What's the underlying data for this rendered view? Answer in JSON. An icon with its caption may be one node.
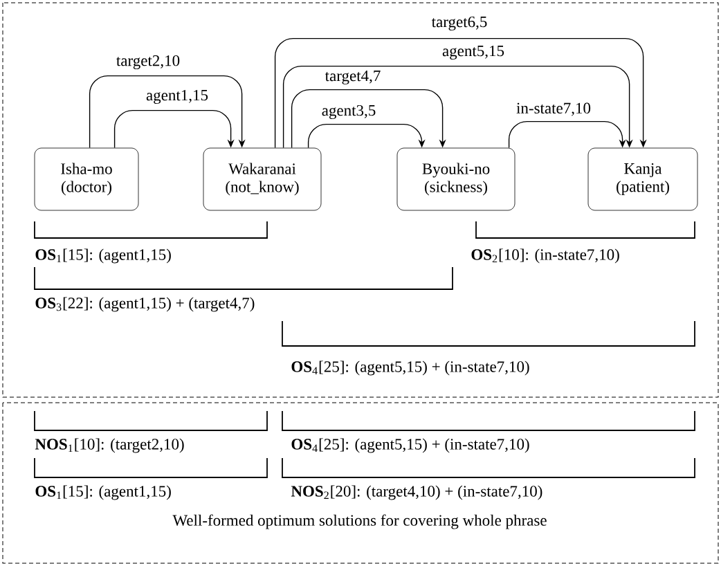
{
  "diagram": {
    "caption": "Well-formed optimum solutions for covering whole phrase",
    "nodes": [
      {
        "text": [
          "Isha-mo",
          "(doctor)"
        ]
      },
      {
        "text": [
          "Wakaranai",
          "(not_know)"
        ]
      },
      {
        "text": [
          "Byouki-no",
          "(sickness)"
        ]
      },
      {
        "text": [
          "Kanja",
          "(patient)"
        ]
      }
    ],
    "edges": [
      {
        "from": 0,
        "to": 1,
        "arrow": "to",
        "label": "agent1,15"
      },
      {
        "from": 0,
        "to": 1,
        "arrow": "to",
        "label": "target2,10"
      },
      {
        "from": 1,
        "to": 2,
        "arrow": "to",
        "label": "agent3,5"
      },
      {
        "from": 1,
        "to": 2,
        "arrow": "to",
        "label": "target4,7"
      },
      {
        "from": 1,
        "to": 3,
        "arrow": "to",
        "label": "agent5,15"
      },
      {
        "from": 1,
        "to": 3,
        "arrow": "to",
        "label": "target6,5"
      },
      {
        "from": 2,
        "to": 3,
        "arrow": "to",
        "label": "in-state7,10"
      }
    ],
    "labels": [
      "**OS**$_{1}$[15]: (agent1,15)",
      "**OS**$_{2}$[10]:  (in-state7,10)",
      "**OS**$_{3}$[22]:  (agent1,15)  +  (target4,7)",
      "**OS**$_{4}$[25]:  (agent5,15)  + (in-state7,10)",
      "**NOS**$_{1}$[10]: (target2,10)",
      "**OS**$_{4}$[25]:  (agent5,15)  +  (in-state7,10)",
      "**OS**$_{1}$[15]: (agent1,15)",
      "**NOS**$_{2}$[20]:  (target4,10) + (in-state7,10)"
    ]
  }
}
